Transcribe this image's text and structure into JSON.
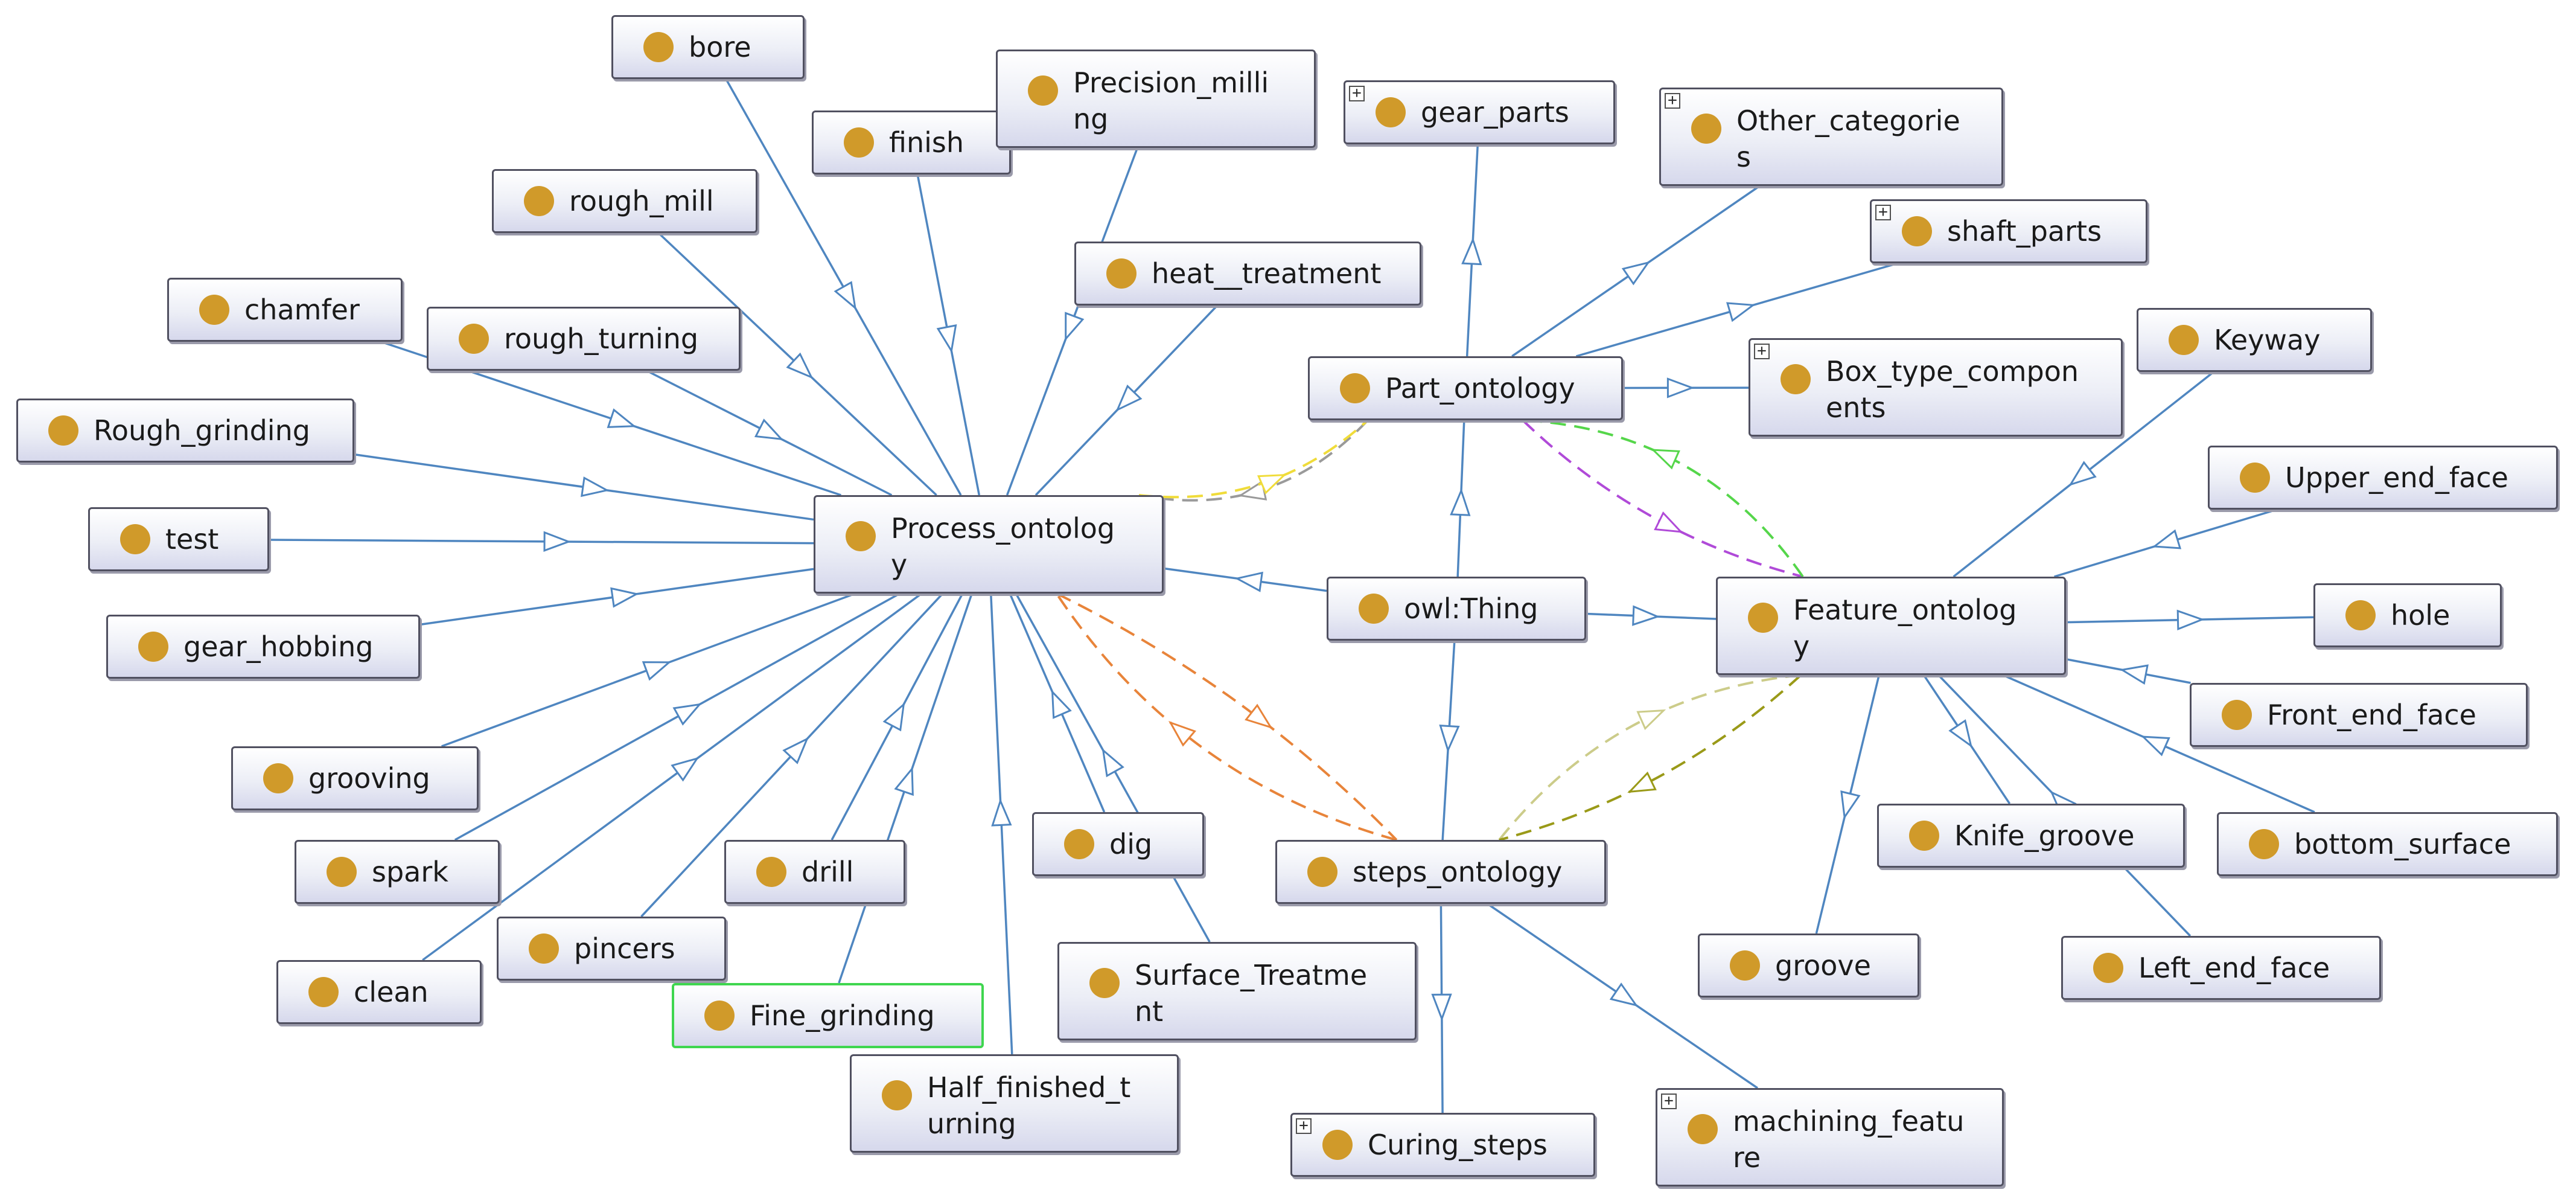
{
  "colors": {
    "subclass_edge": "#4f86c0",
    "node_dot": "#d09a2a",
    "node_border": "#505060",
    "selected_border": "#3fd64f",
    "dashed_gray": "#9a9a9a",
    "dashed_yellow": "#f0dc3a",
    "dashed_purple": "#b04ad8",
    "dashed_green": "#55d64a",
    "dashed_orange": "#e8843a",
    "dashed_khaki": "#cccc8a",
    "dashed_olive": "#9a9a18"
  },
  "nodes": {
    "bore": {
      "label": "bore"
    },
    "finish": {
      "label": "finish"
    },
    "precision_milling": {
      "label": "Precision_milli\nng"
    },
    "rough_mill": {
      "label": "rough_mill"
    },
    "heat_treatment": {
      "label": "heat__treatment"
    },
    "chamfer": {
      "label": "chamfer"
    },
    "rough_turning": {
      "label": "rough_turning"
    },
    "rough_grinding": {
      "label": "Rough_grinding"
    },
    "test": {
      "label": "test"
    },
    "process_ontology": {
      "label": "Process_ontolog\ny"
    },
    "gear_hobbing": {
      "label": "gear_hobbing"
    },
    "grooving": {
      "label": "grooving"
    },
    "spark": {
      "label": "spark"
    },
    "drill": {
      "label": "drill"
    },
    "dig": {
      "label": "dig"
    },
    "clean": {
      "label": "clean"
    },
    "pincers": {
      "label": "pincers"
    },
    "fine_grinding": {
      "label": "Fine_grinding"
    },
    "half_finished_turning": {
      "label": "Half_finished_t\nurning"
    },
    "surface_treatment": {
      "label": "Surface_Treatme\nnt"
    },
    "gear_parts": {
      "label": "gear_parts",
      "expand": "+"
    },
    "other_categories": {
      "label": "Other_categorie\ns",
      "expand": "+"
    },
    "shaft_parts": {
      "label": "shaft_parts",
      "expand": "+"
    },
    "part_ontology": {
      "label": "Part_ontology"
    },
    "box_type_components": {
      "label": "Box_type_compon\nents",
      "expand": "+"
    },
    "keyway": {
      "label": "Keyway"
    },
    "upper_end_face": {
      "label": "Upper_end_face"
    },
    "owl_thing": {
      "label": "owl:Thing"
    },
    "feature_ontology": {
      "label": "Feature_ontolog\ny"
    },
    "hole": {
      "label": "hole"
    },
    "front_end_face": {
      "label": "Front_end_face"
    },
    "bottom_surface": {
      "label": "bottom_surface"
    },
    "knife_groove": {
      "label": "Knife_groove"
    },
    "steps_ontology": {
      "label": "steps_ontology"
    },
    "groove": {
      "label": "groove"
    },
    "left_end_face": {
      "label": "Left_end_face"
    },
    "curing_steps": {
      "label": "Curing_steps",
      "expand": "+"
    },
    "machining_feature": {
      "label": "machining_featu\nre",
      "expand": "+"
    }
  },
  "edges": [
    {
      "from": "bore",
      "to": "process_ontology",
      "kind": "subclass"
    },
    {
      "from": "finish",
      "to": "process_ontology",
      "kind": "subclass"
    },
    {
      "from": "precision_milling",
      "to": "process_ontology",
      "kind": "subclass"
    },
    {
      "from": "rough_mill",
      "to": "process_ontology",
      "kind": "subclass"
    },
    {
      "from": "heat_treatment",
      "to": "process_ontology",
      "kind": "subclass"
    },
    {
      "from": "chamfer",
      "to": "process_ontology",
      "kind": "subclass"
    },
    {
      "from": "rough_turning",
      "to": "process_ontology",
      "kind": "subclass"
    },
    {
      "from": "rough_grinding",
      "to": "process_ontology",
      "kind": "subclass"
    },
    {
      "from": "test",
      "to": "process_ontology",
      "kind": "subclass"
    },
    {
      "from": "gear_hobbing",
      "to": "process_ontology",
      "kind": "subclass"
    },
    {
      "from": "grooving",
      "to": "process_ontology",
      "kind": "subclass"
    },
    {
      "from": "spark",
      "to": "process_ontology",
      "kind": "subclass"
    },
    {
      "from": "clean",
      "to": "process_ontology",
      "kind": "subclass"
    },
    {
      "from": "pincers",
      "to": "process_ontology",
      "kind": "subclass"
    },
    {
      "from": "drill",
      "to": "process_ontology",
      "kind": "subclass"
    },
    {
      "from": "fine_grinding",
      "to": "process_ontology",
      "kind": "subclass"
    },
    {
      "from": "half_finished_turning",
      "to": "process_ontology",
      "kind": "subclass"
    },
    {
      "from": "dig",
      "to": "process_ontology",
      "kind": "subclass"
    },
    {
      "from": "surface_treatment",
      "to": "process_ontology",
      "kind": "subclass"
    },
    {
      "from": "owl_thing",
      "to": "process_ontology",
      "kind": "subclass"
    },
    {
      "from": "owl_thing",
      "to": "part_ontology",
      "kind": "subclass"
    },
    {
      "from": "owl_thing",
      "to": "feature_ontology",
      "kind": "subclass"
    },
    {
      "from": "owl_thing",
      "to": "steps_ontology",
      "kind": "subclass"
    },
    {
      "from": "part_ontology",
      "to": "gear_parts",
      "kind": "subclass"
    },
    {
      "from": "part_ontology",
      "to": "other_categories",
      "kind": "subclass"
    },
    {
      "from": "part_ontology",
      "to": "shaft_parts",
      "kind": "subclass"
    },
    {
      "from": "part_ontology",
      "to": "box_type_components",
      "kind": "subclass"
    },
    {
      "from": "keyway",
      "to": "feature_ontology",
      "kind": "subclass"
    },
    {
      "from": "upper_end_face",
      "to": "feature_ontology",
      "kind": "subclass"
    },
    {
      "from": "feature_ontology",
      "to": "hole",
      "kind": "subclass"
    },
    {
      "from": "front_end_face",
      "to": "feature_ontology",
      "kind": "subclass"
    },
    {
      "from": "bottom_surface",
      "to": "feature_ontology",
      "kind": "subclass"
    },
    {
      "from": "feature_ontology",
      "to": "knife_groove",
      "kind": "subclass"
    },
    {
      "from": "left_end_face",
      "to": "feature_ontology",
      "kind": "subclass"
    },
    {
      "from": "feature_ontology",
      "to": "groove",
      "kind": "subclass"
    },
    {
      "from": "steps_ontology",
      "to": "curing_steps",
      "kind": "subclass"
    },
    {
      "from": "steps_ontology",
      "to": "machining_feature",
      "kind": "subclass"
    },
    {
      "from": "part_ontology",
      "to": "process_ontology",
      "kind": "dashed",
      "color": "#9a9a9a",
      "bend": -110
    },
    {
      "from": "process_ontology",
      "to": "part_ontology",
      "kind": "dashed",
      "color": "#f0dc3a",
      "bend": 90
    },
    {
      "from": "part_ontology",
      "to": "feature_ontology",
      "kind": "dashed",
      "color": "#b04ad8",
      "bend": 70
    },
    {
      "from": "feature_ontology",
      "to": "part_ontology",
      "kind": "dashed",
      "color": "#55d64a",
      "bend": 130
    },
    {
      "from": "process_ontology",
      "to": "steps_ontology",
      "kind": "dashed",
      "color": "#e8843a",
      "bend": -60
    },
    {
      "from": "steps_ontology",
      "to": "process_ontology",
      "kind": "dashed",
      "color": "#e8843a",
      "bend": -130
    },
    {
      "from": "steps_ontology",
      "to": "feature_ontology",
      "kind": "dashed",
      "color": "#cccc8a",
      "bend": -120
    },
    {
      "from": "feature_ontology",
      "to": "steps_ontology",
      "kind": "dashed",
      "color": "#9a9a18",
      "bend": -70
    }
  ]
}
